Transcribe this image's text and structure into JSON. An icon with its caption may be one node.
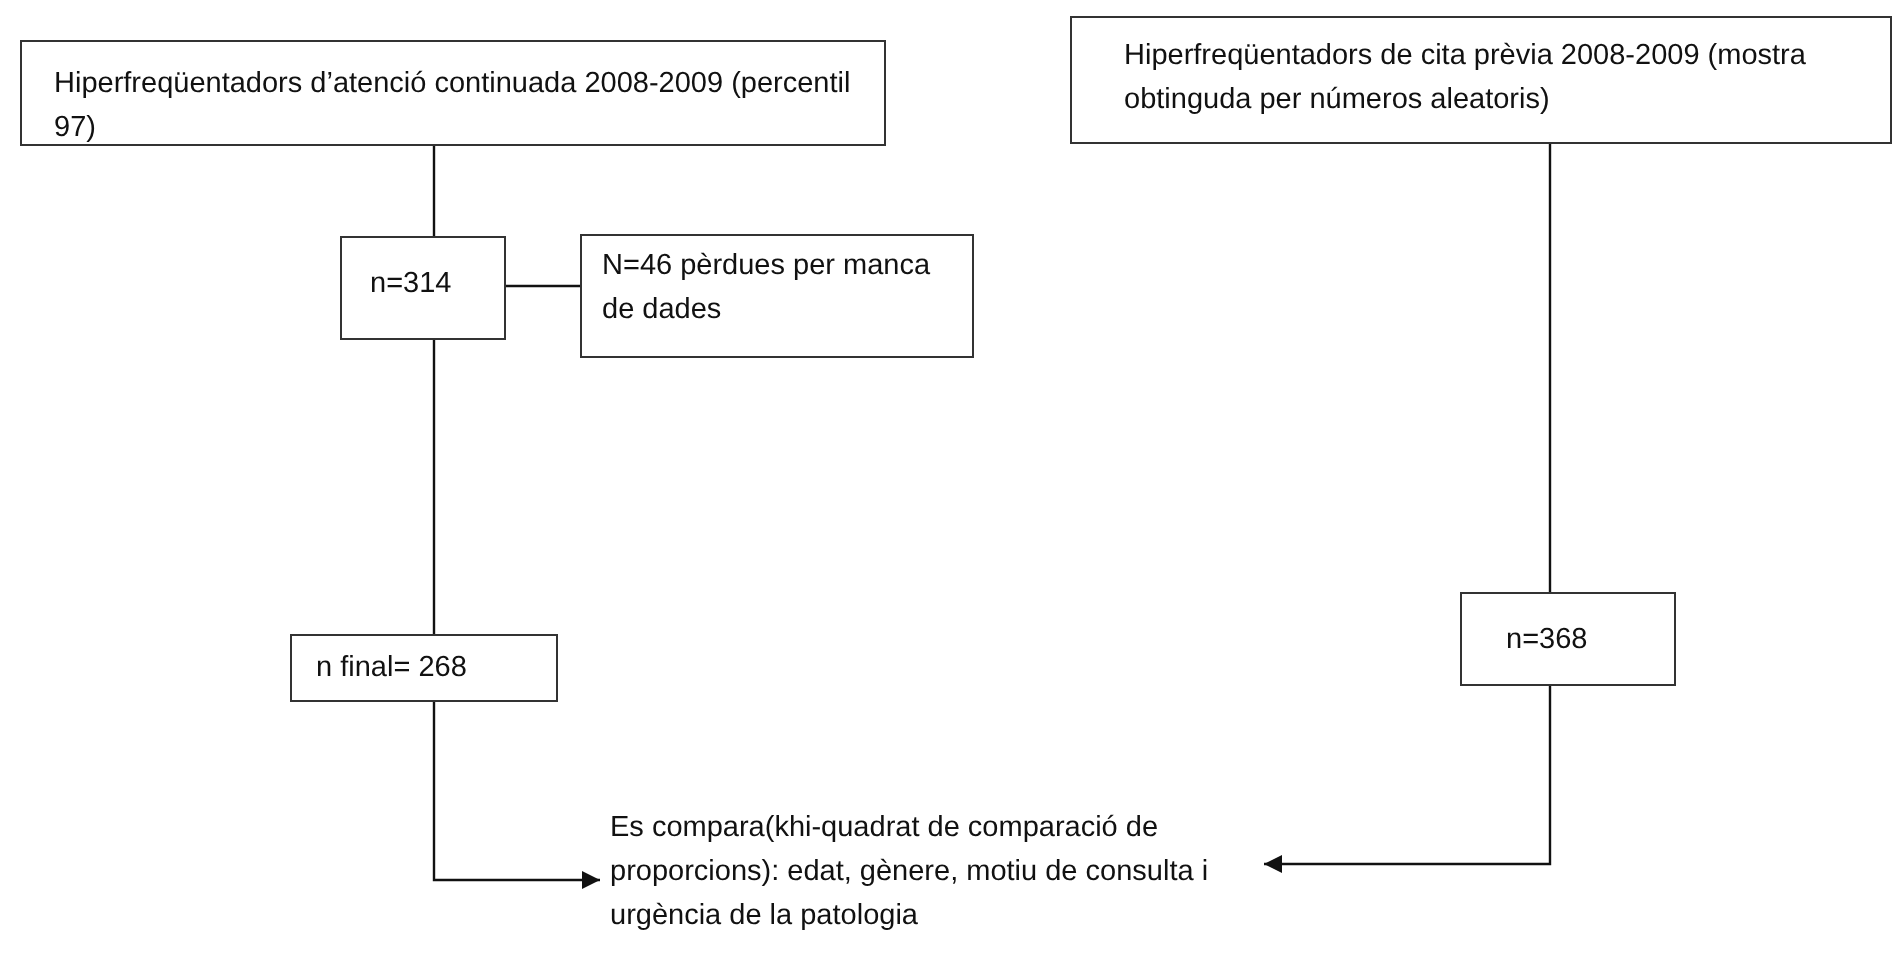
{
  "diagram": {
    "nodes": [
      {
        "text": [
          "Hiperfreqüentadors d’atenció continuada 2008-2009 (percentil 97)"
        ]
      },
      {
        "text": [
          "n=314"
        ]
      },
      {
        "text": [
          "N=46 pèrdues per manca de dades"
        ]
      },
      {
        "text": [
          "n final= 268"
        ]
      },
      {
        "text": [
          "Hiperfreqüentadors de cita prèvia 2008-2009 (mostra obtinguda per números aleatoris)"
        ]
      },
      {
        "text": [
          "n=368"
        ]
      },
      {
        "text": [
          "Es compara(khi-quadrat de comparació de proporcions): edat, gènere, motiu de consulta i urgència de la patologia"
        ]
      }
    ],
    "edges": [
      {
        "from": 0,
        "to": 1,
        "arrow": "none"
      },
      {
        "from": 1,
        "to": 2,
        "arrow": "none"
      },
      {
        "from": 1,
        "to": 3,
        "arrow": "none"
      },
      {
        "from": 3,
        "to": 6,
        "arrow": "to"
      },
      {
        "from": 4,
        "to": 5,
        "arrow": "none"
      },
      {
        "from": 5,
        "to": 6,
        "arrow": "to"
      }
    ]
  }
}
